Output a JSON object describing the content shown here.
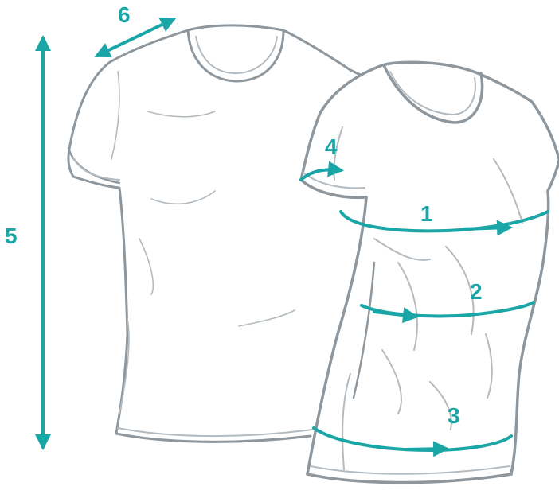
{
  "colors": {
    "accent": "#1aa6a6",
    "outline": "#8e979d",
    "outline_light": "#b4bbc0",
    "background": "#ffffff"
  },
  "measurements": [
    {
      "number": "1"
    },
    {
      "number": "2"
    },
    {
      "number": "3"
    },
    {
      "number": "4"
    },
    {
      "number": "5"
    },
    {
      "number": "6"
    }
  ]
}
